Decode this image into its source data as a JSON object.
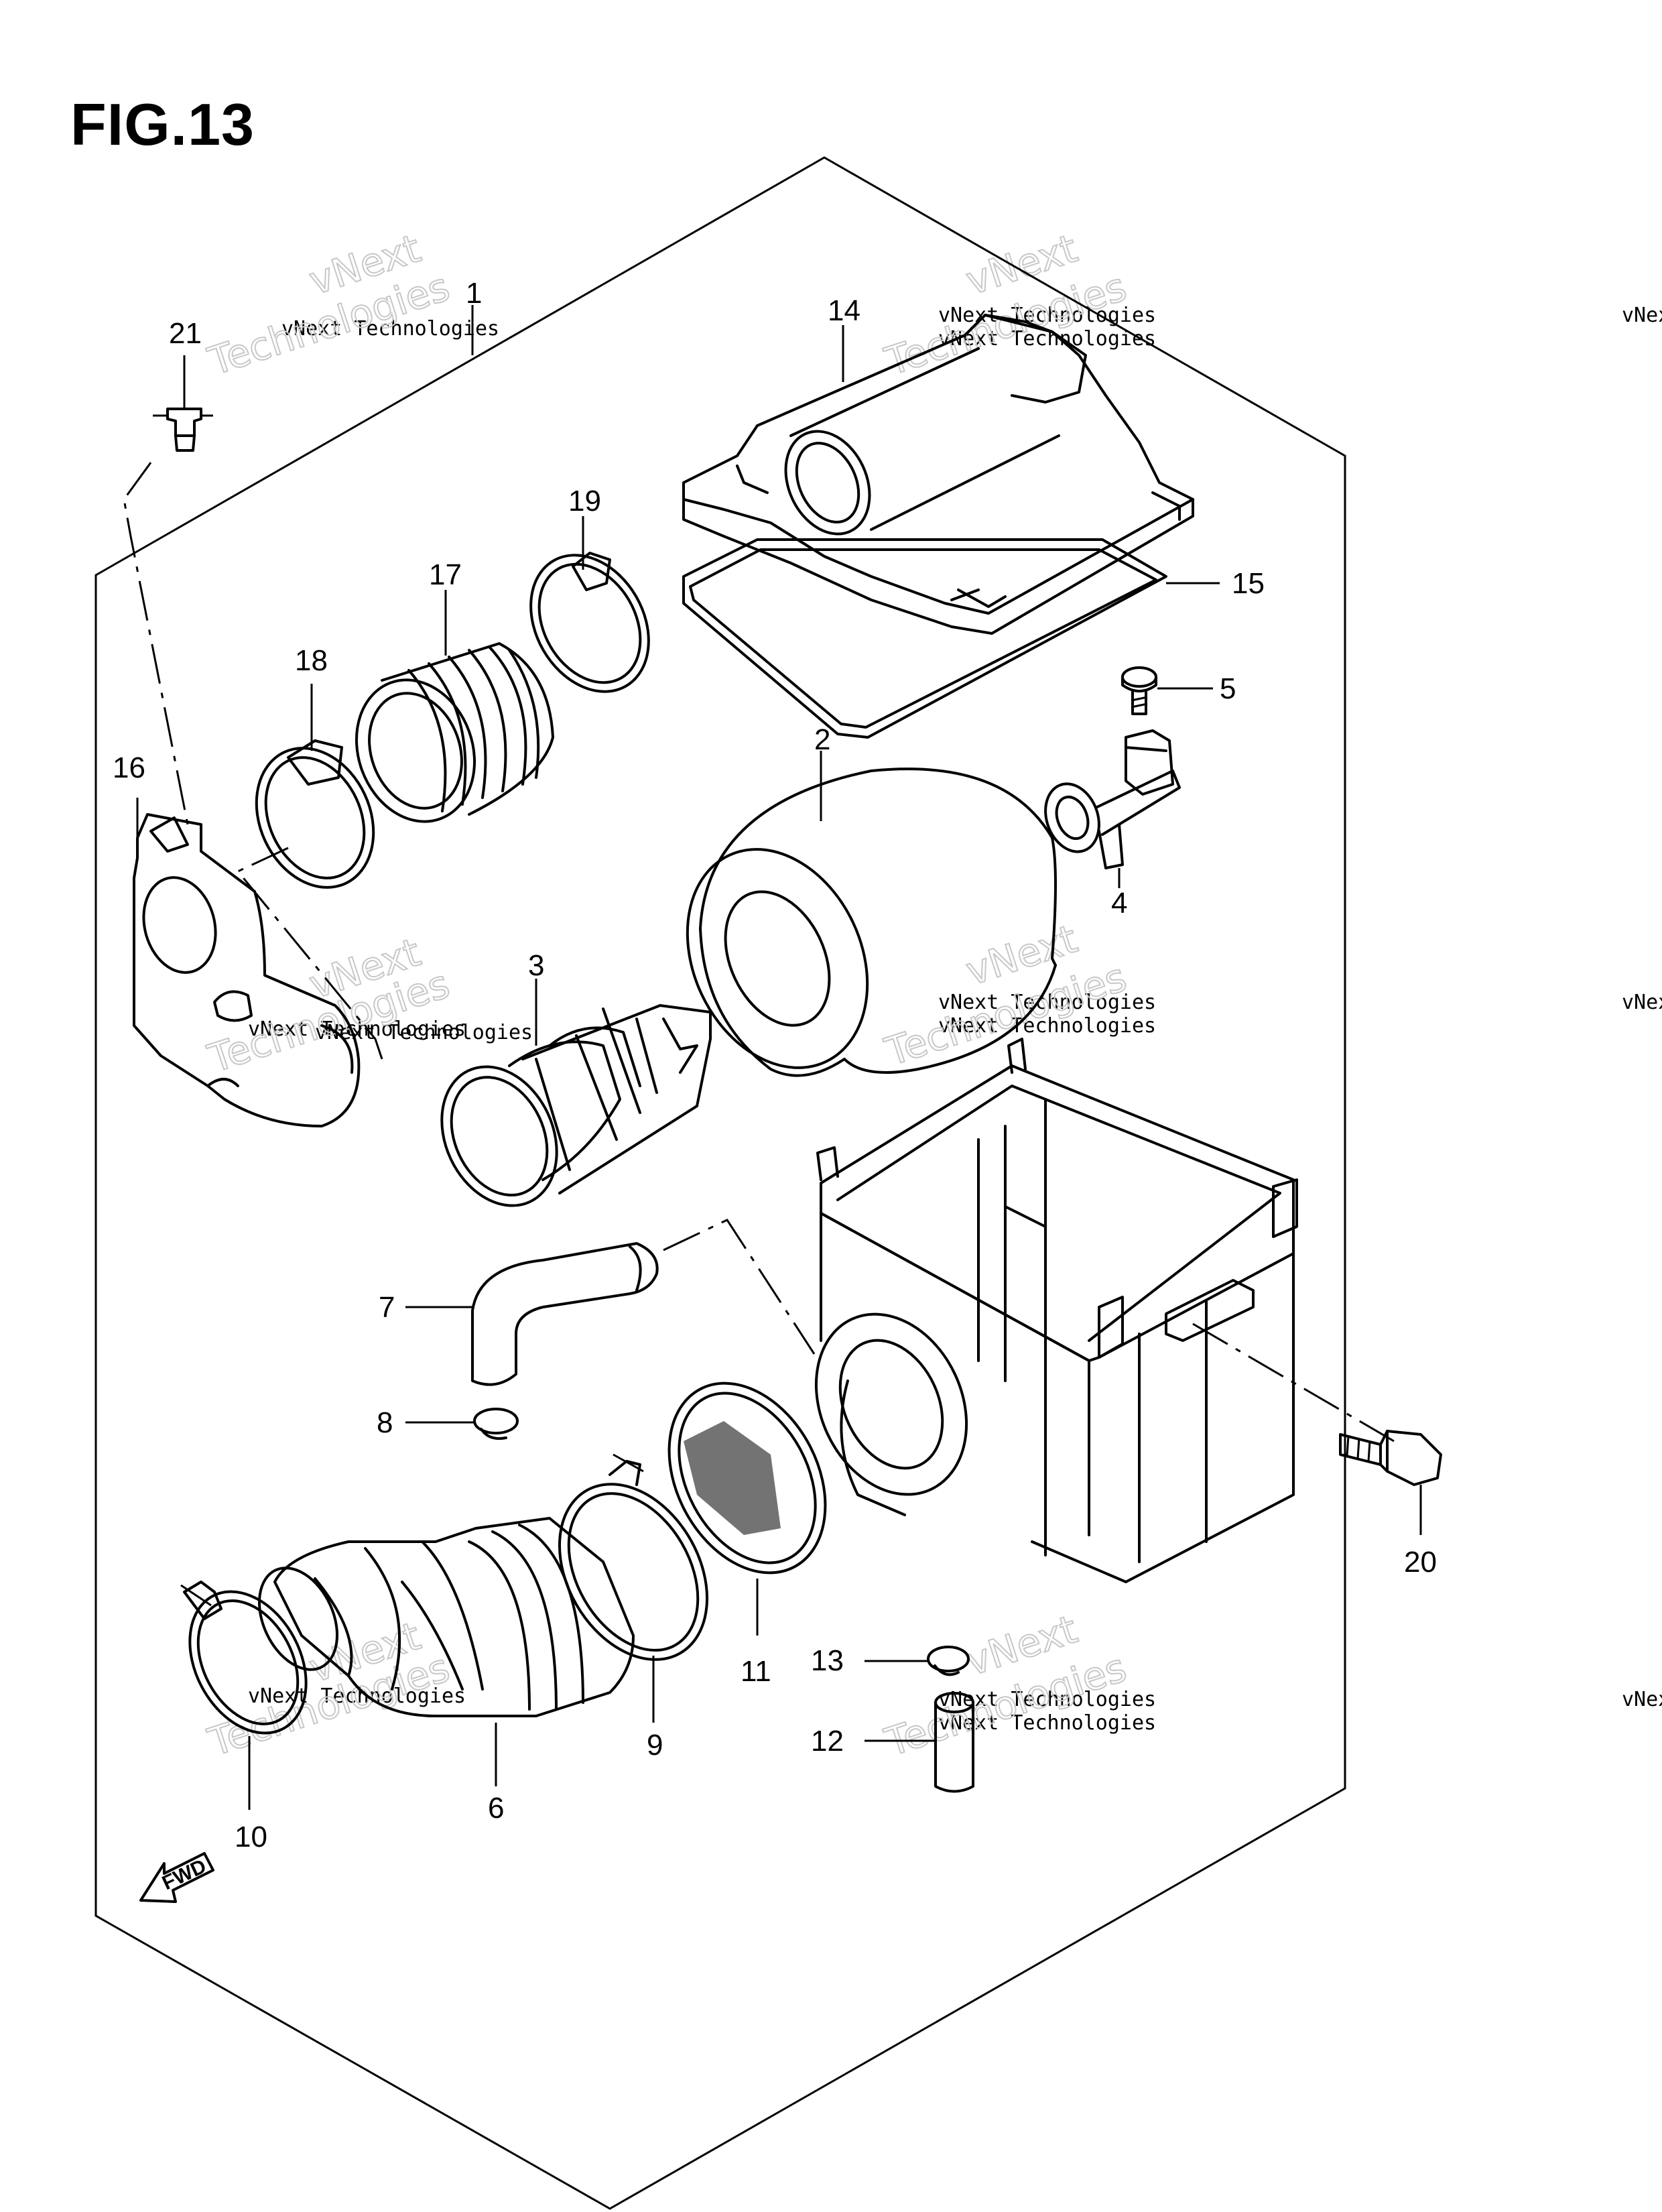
{
  "figure": {
    "title": "FIG.13",
    "fwd_label": "FWD"
  },
  "watermark": {
    "small_text": "vNext Technologies",
    "large_text_1": "vNext",
    "large_text_2": "Technologies"
  },
  "callouts": [
    {
      "id": "1",
      "label": "1"
    },
    {
      "id": "2",
      "label": "2"
    },
    {
      "id": "3",
      "label": "3"
    },
    {
      "id": "4",
      "label": "4"
    },
    {
      "id": "5",
      "label": "5"
    },
    {
      "id": "6",
      "label": "6"
    },
    {
      "id": "7",
      "label": "7"
    },
    {
      "id": "8",
      "label": "8"
    },
    {
      "id": "9",
      "label": "9"
    },
    {
      "id": "10",
      "label": "10"
    },
    {
      "id": "11",
      "label": "11"
    },
    {
      "id": "12",
      "label": "12"
    },
    {
      "id": "13",
      "label": "13"
    },
    {
      "id": "14",
      "label": "14"
    },
    {
      "id": "15",
      "label": "15"
    },
    {
      "id": "16",
      "label": "16"
    },
    {
      "id": "17",
      "label": "17"
    },
    {
      "id": "18",
      "label": "18"
    },
    {
      "id": "19",
      "label": "19"
    },
    {
      "id": "20",
      "label": "20"
    },
    {
      "id": "21",
      "label": "21"
    }
  ]
}
